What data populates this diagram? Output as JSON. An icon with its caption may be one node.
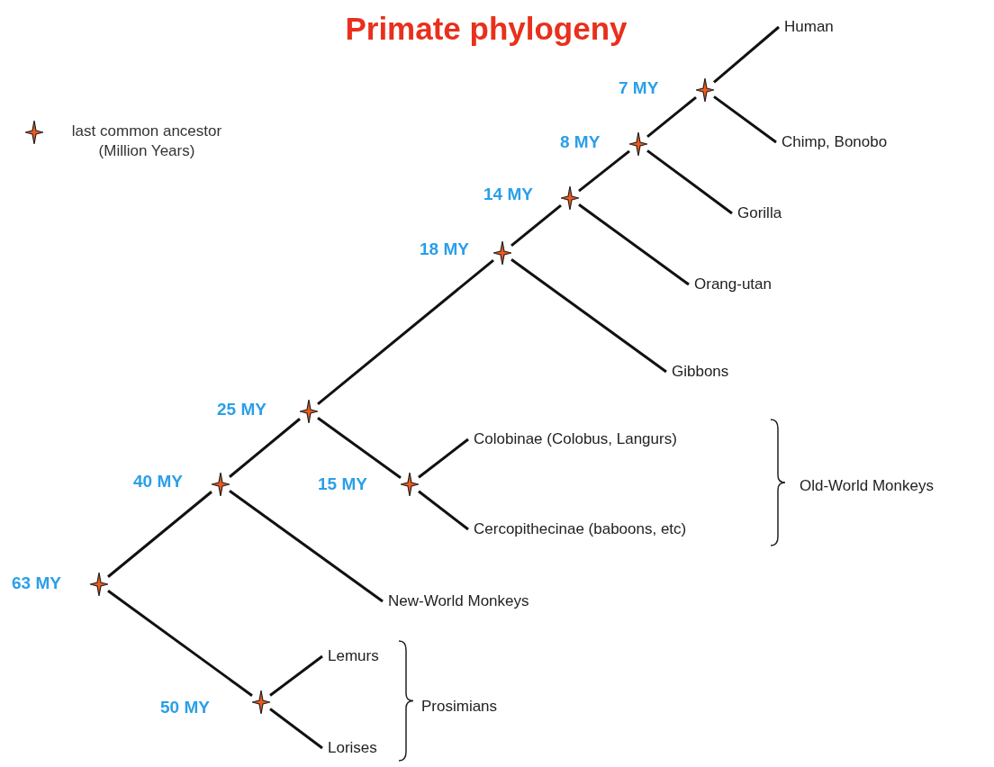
{
  "diagram": {
    "title": "Primate phylogeny",
    "nodes": [
      {
        "text": [],
        "shape": "star",
        "beside": [
          "63 MY"
        ]
      },
      {
        "text": [],
        "shape": "star",
        "beside": [
          "40 MY"
        ]
      },
      {
        "text": [],
        "shape": "star",
        "beside": [
          "25 MY"
        ]
      },
      {
        "text": [],
        "shape": "star",
        "beside": [
          "18 MY"
        ]
      },
      {
        "text": [],
        "shape": "star",
        "beside": [
          "14 MY"
        ]
      },
      {
        "text": [],
        "shape": "star",
        "beside": [
          "8 MY"
        ]
      },
      {
        "text": [],
        "shape": "star",
        "beside": [
          "7 MY"
        ]
      },
      {
        "text": [],
        "shape": "star",
        "beside": [
          "15 MY"
        ]
      },
      {
        "text": [],
        "shape": "star",
        "beside": [
          "50 MY"
        ]
      },
      {
        "text": [
          "Human"
        ]
      },
      {
        "text": [
          "Chimp, Bonobo"
        ]
      },
      {
        "text": [
          "Gorilla"
        ]
      },
      {
        "text": [
          "Orang-utan"
        ]
      },
      {
        "text": [
          "Gibbons"
        ]
      },
      {
        "text": [
          "Colobinae (Colobus, Langurs)"
        ]
      },
      {
        "text": [
          "Cercopithecinae (baboons, etc)"
        ]
      },
      {
        "text": [
          "New-World Monkeys"
        ]
      },
      {
        "text": [
          "Lemurs"
        ]
      },
      {
        "text": [
          "Lorises"
        ]
      }
    ],
    "edges": [
      {
        "from": 0,
        "to": 1,
        "arrow": "none"
      },
      {
        "from": 0,
        "to": 8,
        "arrow": "none"
      },
      {
        "from": 1,
        "to": 2,
        "arrow": "none"
      },
      {
        "from": 1,
        "to": 16,
        "arrow": "none"
      },
      {
        "from": 2,
        "to": 3,
        "arrow": "none"
      },
      {
        "from": 2,
        "to": 7,
        "arrow": "none"
      },
      {
        "from": 7,
        "to": 14,
        "arrow": "none"
      },
      {
        "from": 7,
        "to": 15,
        "arrow": "none"
      },
      {
        "from": 3,
        "to": 4,
        "arrow": "none"
      },
      {
        "from": 3,
        "to": 13,
        "arrow": "none"
      },
      {
        "from": 4,
        "to": 5,
        "arrow": "none"
      },
      {
        "from": 4,
        "to": 12,
        "arrow": "none"
      },
      {
        "from": 5,
        "to": 6,
        "arrow": "none"
      },
      {
        "from": 5,
        "to": 11,
        "arrow": "none"
      },
      {
        "from": 6,
        "to": 9,
        "arrow": "none"
      },
      {
        "from": 6,
        "to": 10,
        "arrow": "none"
      },
      {
        "from": 8,
        "to": 17,
        "arrow": "none"
      },
      {
        "from": 8,
        "to": 18,
        "arrow": "none"
      }
    ],
    "labels": [
      "Old-World Monkeys",
      "Prosimians"
    ],
    "legend": [
      {
        "text": "last common ancestor (Million Years)"
      }
    ]
  }
}
